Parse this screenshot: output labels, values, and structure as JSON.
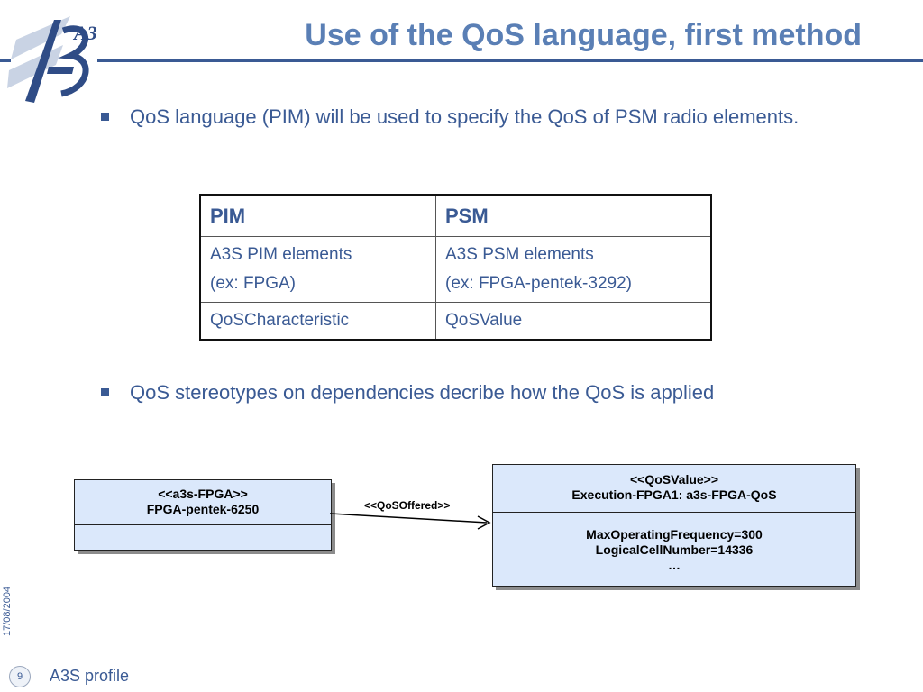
{
  "header": {
    "title": "Use of the QoS language, first method",
    "logo_text": "A3S"
  },
  "bullets": [
    "QoS language (PIM) will be used to specify the QoS of PSM radio elements.",
    "QoS stereotypes on dependencies decribe how the QoS is applied"
  ],
  "table": {
    "headers": [
      "PIM",
      "PSM"
    ],
    "rows": [
      {
        "pim": [
          "A3S PIM elements",
          "(ex: FPGA)"
        ],
        "psm": [
          "A3S PSM elements",
          "(ex: FPGA-pentek-3292)"
        ]
      },
      {
        "pim": [
          "QoSCharacteristic"
        ],
        "psm": [
          "QoSValue"
        ]
      }
    ]
  },
  "diagram": {
    "left_class": {
      "stereotype": "<<a3s-FPGA>>",
      "name": "FPGA-pentek-6250"
    },
    "association_label": "<<QoSOffered>>",
    "right_class": {
      "stereotype": "<<QoSValue>>",
      "name": "Execution-FPGA1: a3s-FPGA-QoS",
      "attributes": [
        "MaxOperatingFrequency=300",
        "LogicalCellNumber=14336",
        "…"
      ]
    }
  },
  "footer": {
    "date": "17/08/2004",
    "page_number": "9",
    "label": "A3S profile"
  },
  "colors": {
    "accent": "#3a5a94",
    "title": "#5a7fb5",
    "uml_fill": "#dbe8fb"
  }
}
